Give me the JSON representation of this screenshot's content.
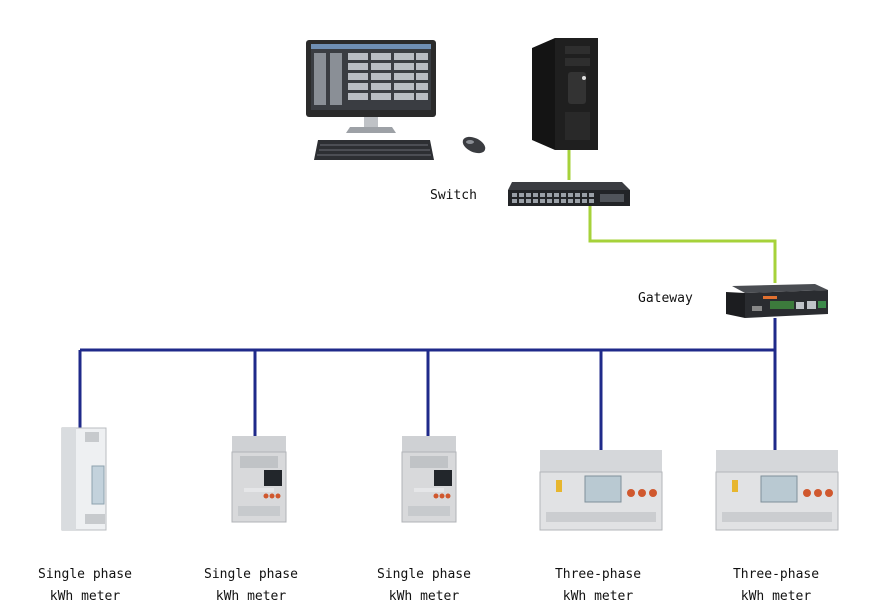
{
  "labels": {
    "switch": "Switch",
    "gateway": "Gateway"
  },
  "meters": [
    {
      "line1": "Single phase",
      "line2": "kWh meter"
    },
    {
      "line1": "Single phase",
      "line2": "kWh meter"
    },
    {
      "line1": "Single phase",
      "line2": "kWh meter"
    },
    {
      "line1": "Three-phase",
      "line2": "kWh meter"
    },
    {
      "line1": "Three-phase",
      "line2": "kWh meter"
    }
  ],
  "colors": {
    "ethernet_line": "#a6d23a",
    "rs485_bus": "#1f2a8a",
    "device_dark": "#222222",
    "meter_body": "#d8d9db"
  },
  "icons": [
    "monitor-icon",
    "keyboard-icon",
    "mouse-icon",
    "server-tower-icon",
    "network-switch-icon",
    "gateway-icon",
    "single-phase-meter-icon",
    "three-phase-meter-icon"
  ]
}
